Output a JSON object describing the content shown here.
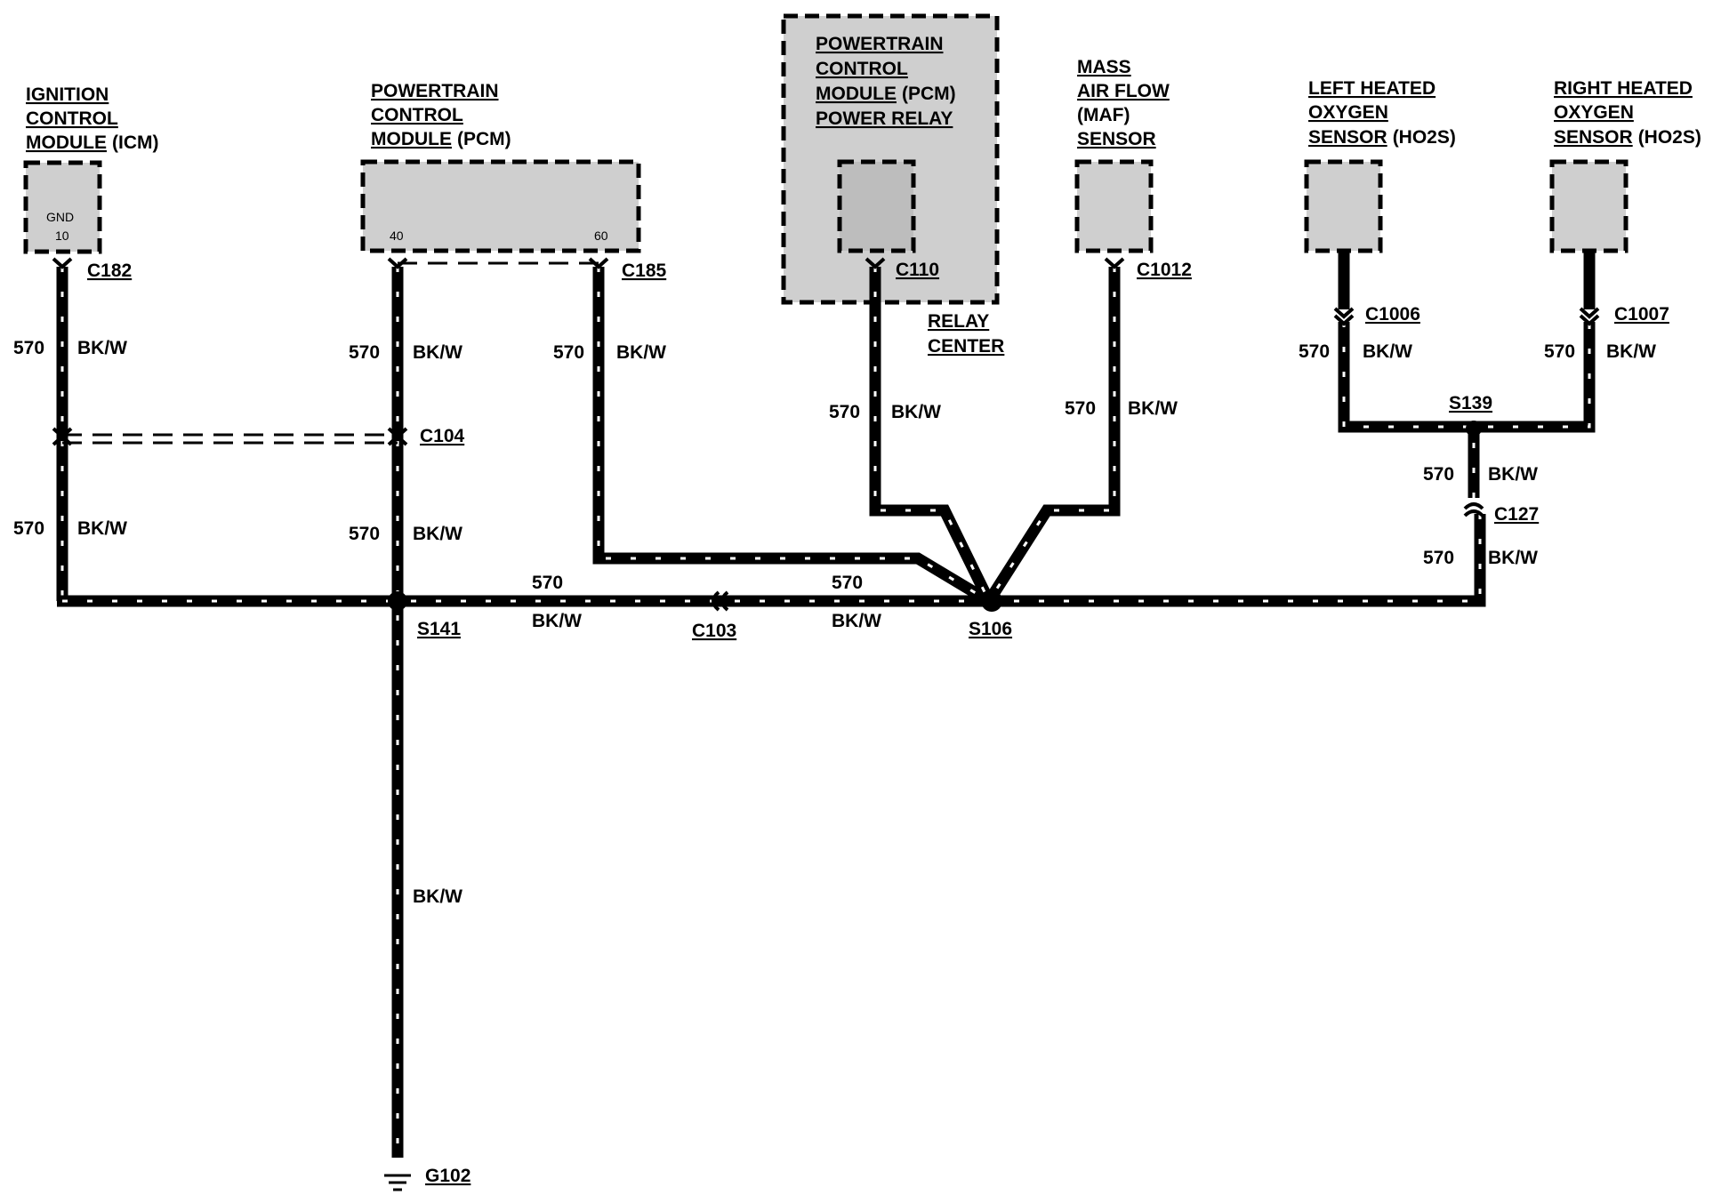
{
  "components": {
    "icm": {
      "line1": "IGNITION",
      "line2": "CONTROL",
      "line3": "MODULE",
      "suffix": "(ICM)",
      "pin_name": "GND",
      "pin_num": "10"
    },
    "pcm": {
      "line1": "POWERTRAIN",
      "line2": "CONTROL",
      "line3": "MODULE",
      "suffix": "(PCM)",
      "pin_a": "40",
      "pin_b": "60"
    },
    "pcm_relay": {
      "line1": "POWERTRAIN",
      "line2": "CONTROL",
      "line3": "MODULE",
      "line3_suffix": "(PCM)",
      "line4": "POWER RELAY"
    },
    "relay_center": {
      "line1": "RELAY",
      "line2": "CENTER"
    },
    "maf": {
      "line1": "MASS",
      "line2": "AIR FLOW",
      "line3": "(MAF)",
      "line4": "SENSOR"
    },
    "left_ho2s": {
      "line1": "LEFT HEATED",
      "line2": "OXYGEN",
      "line3": "SENSOR",
      "suffix": "(HO2S)"
    },
    "right_ho2s": {
      "line1": "RIGHT HEATED",
      "line2": "OXYGEN",
      "line3": "SENSOR",
      "suffix": "(HO2S)"
    }
  },
  "connectors": {
    "c182": "C182",
    "c185": "C185",
    "c110": "C110",
    "c1012": "C1012",
    "c1006": "C1006",
    "c1007": "C1007",
    "c104": "C104",
    "c103": "C103",
    "c127": "C127"
  },
  "splices": {
    "s141": "S141",
    "s106": "S106",
    "s139": "S139"
  },
  "ground": {
    "g102": "G102"
  },
  "wire": {
    "circuit": "570",
    "color": "BK/W"
  }
}
